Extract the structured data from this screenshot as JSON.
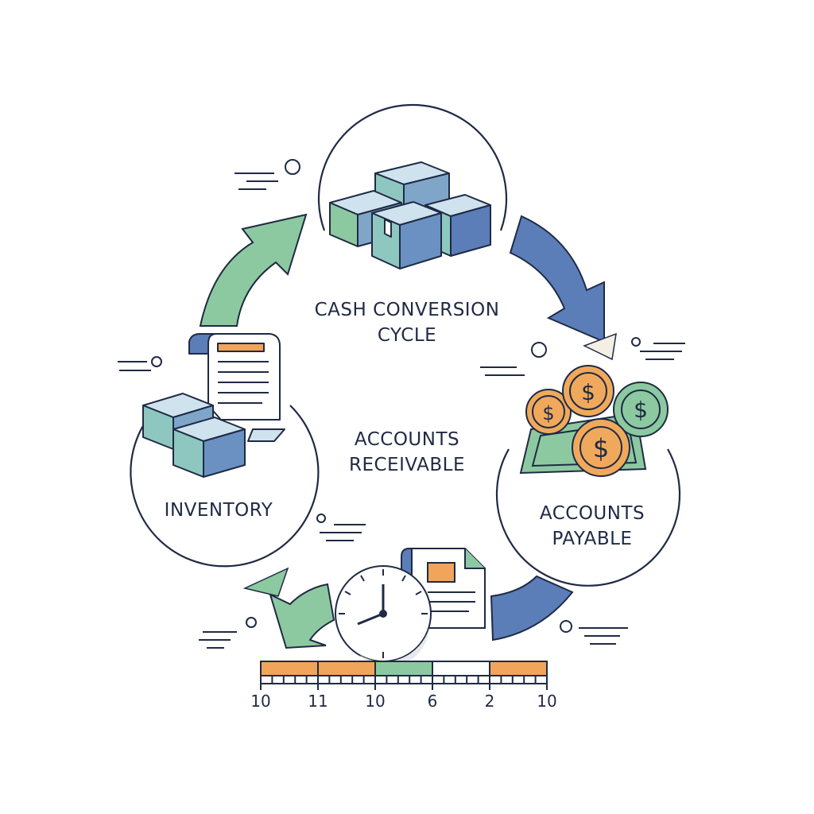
{
  "labels": {
    "cycle_line1": "CASH CONVERSION",
    "cycle_line2": "CYCLE",
    "receivable_line1": "ACCOUNTS",
    "receivable_line2": "RECEIVABLE",
    "inventory": "INVENTORY",
    "payable_line1": "ACCOUNTS",
    "payable_line2": "PAYABLE"
  },
  "timeline": {
    "tick_labels": [
      "10",
      "11",
      "10",
      "6",
      "2",
      "10"
    ],
    "segments": [
      "orange",
      "orange",
      "green",
      "white",
      "orange"
    ]
  },
  "icons": {
    "top": "boxes-icon",
    "left": "boxes-document-icon",
    "right": "coins-cash-icon",
    "bottom": "clock-invoice-icon"
  },
  "colors": {
    "outline": "#1f2a44",
    "green": "#8cc9a0",
    "blue": "#5b7db8",
    "box_blue": "#7fa6c9",
    "box_teal": "#8ec7c0",
    "orange": "#f0a55a",
    "coin": "#f0a95c"
  }
}
